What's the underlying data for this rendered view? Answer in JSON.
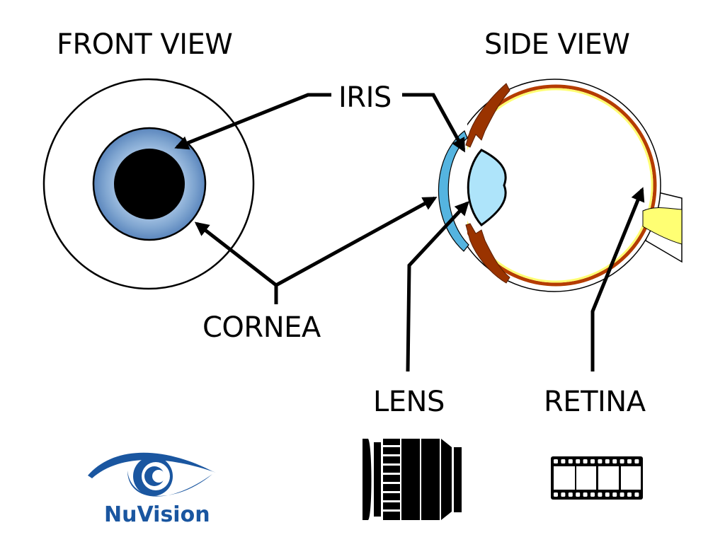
{
  "titles": {
    "front_view": "FRONT VIEW",
    "side_view": "SIDE VIEW"
  },
  "labels": {
    "iris": "IRIS",
    "cornea": "CORNEA",
    "lens": "LENS",
    "retina": "RETINA"
  },
  "logo": {
    "brand_name": "NuVision",
    "icon": "eye-logo-icon"
  },
  "icons": {
    "lens": "camera-lens-icon",
    "retina": "film-strip-icon"
  },
  "colors": {
    "iris_blue": "#7da3cf",
    "cornea_blue": "#55b4e0",
    "lens_blue": "#aee4fa",
    "choroid_brown": "#9a3300",
    "retina_yellow": "#ffff73",
    "brand_blue": "#1a56a0"
  }
}
